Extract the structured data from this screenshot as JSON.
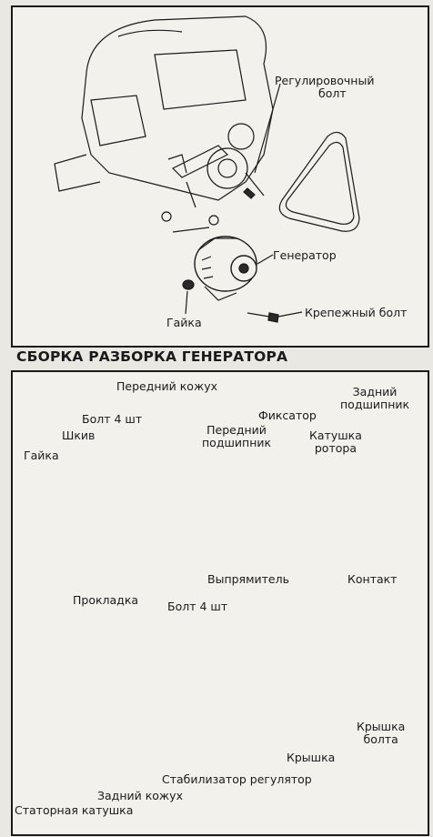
{
  "top_labels": {
    "adjust_bolt_l1": "Регулировочный",
    "adjust_bolt_l2": "болт",
    "generator": "Генератор",
    "nut": "Гайка",
    "mount_bolt": "Крепежный болт"
  },
  "section_title": "СБОРКА РАЗБОРКА ГЕНЕРАТОРА",
  "bottom_labels": {
    "front_cover": "Передний кожух",
    "bolt4_upper": "Болт 4 шт",
    "pulley": "Шкив",
    "nut": "Гайка",
    "front_bearing_l1": "Передний",
    "front_bearing_l2": "подшипник",
    "retainer": "Фиксатор",
    "rotor_l1": "Катушка",
    "rotor_l2": "ротора",
    "rear_bearing_l1": "Задний",
    "rear_bearing_l2": "подшипник",
    "gasket": "Прокладка",
    "rectifier": "Выпрямитель",
    "bolt4_lower": "Болт 4 шт",
    "contact": "Контакт",
    "bolt_cap_l1": "Крышка",
    "bolt_cap_l2": "болта",
    "cover": "Крышка",
    "regulator": "Стабилизатор регулятор",
    "rear_cover": "Задний кожух",
    "stator": "Статорная катушка"
  }
}
